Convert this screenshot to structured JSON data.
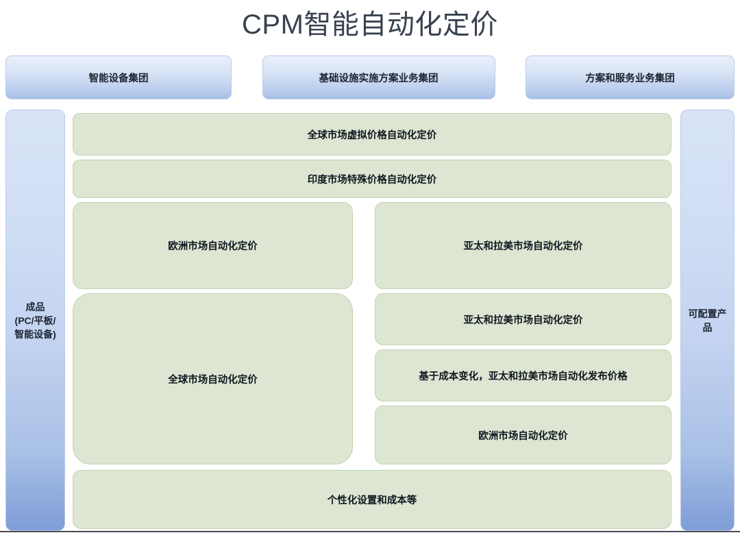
{
  "title": "CPM智能自动化定价",
  "group_headers": [
    {
      "label": "智能设备集团"
    },
    {
      "label": "基础设施实施方案业务集团"
    },
    {
      "label": "方案和服务业务集团"
    }
  ],
  "rails": {
    "left": {
      "line1": "成品",
      "line2": "(PC/平板/",
      "line3": "智能设备)"
    },
    "right": {
      "label": "可配置产品"
    }
  },
  "cards": {
    "row1": "全球市场虚拟价格自动化定价",
    "row2": "印度市场特殊价格自动化定价",
    "row3_left": "欧洲市场自动化定价",
    "row3_right": "亚太和拉美市场自动化定价",
    "big_left": "全球市场自动化定价",
    "stack1": "亚太和拉美市场自动化定价",
    "stack2": "基于成本变化，亚太和拉美市场自动化发布价格",
    "stack3": "欧洲市场自动化定价",
    "row_bottom": "个性化设置和成本等"
  },
  "colors": {
    "title_text": "#38414f",
    "header_gradient_top": "#eaf0fb",
    "header_gradient_bottom": "#a6bfe6",
    "rail_gradient_top": "#d8e3f6",
    "rail_gradient_bottom": "#7e9cd7",
    "card_fill": "#dce6d2",
    "card_border": "#c3d3b4",
    "card_text": "#10161f",
    "rule": "#4a4a55"
  }
}
